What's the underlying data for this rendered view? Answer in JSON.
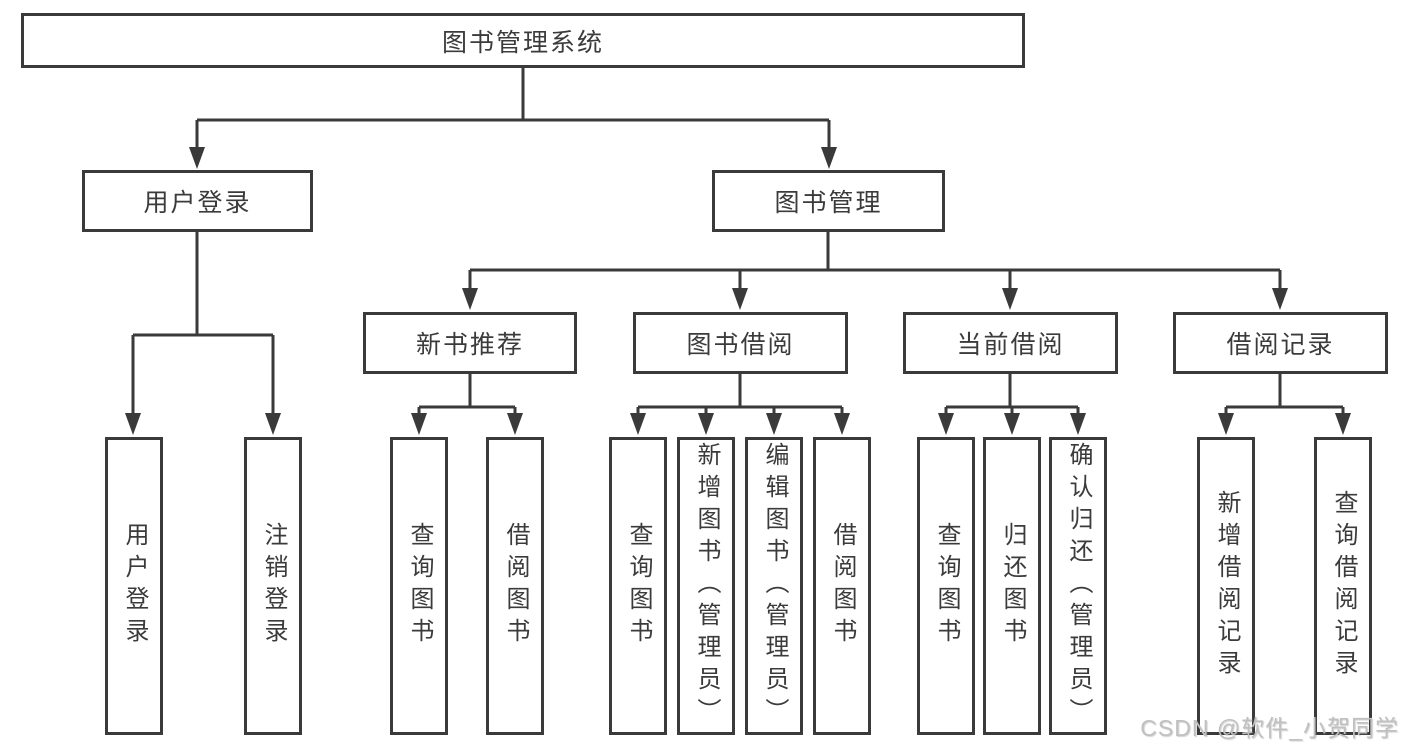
{
  "diagram": {
    "root": {
      "label": "图书管理系统"
    },
    "branches": [
      {
        "label": "用户登录",
        "children": [
          {
            "label": "用户登录"
          },
          {
            "label": "注销登录"
          }
        ]
      },
      {
        "label": "图书管理",
        "children": [
          {
            "label": "新书推荐",
            "children": [
              {
                "label": "查询图书"
              },
              {
                "label": "借阅图书"
              }
            ]
          },
          {
            "label": "图书借阅",
            "children": [
              {
                "label": "查询图书"
              },
              {
                "label": "新增图书（管理员）"
              },
              {
                "label": "编辑图书（管理员）"
              },
              {
                "label": "借阅图书"
              }
            ]
          },
          {
            "label": "当前借阅",
            "children": [
              {
                "label": "查询图书"
              },
              {
                "label": "归还图书"
              },
              {
                "label": "确认归还（管理员）"
              }
            ]
          },
          {
            "label": "借阅记录",
            "children": [
              {
                "label": "新增借阅记录"
              },
              {
                "label": "查询借阅记录"
              }
            ]
          }
        ]
      }
    ],
    "watermark": "CSDN @软件_小贺同学",
    "colors": {
      "line": "#3a3a3a",
      "text": "#3b3b3b",
      "watermark": "#c0c0c0",
      "background": "#ffffff"
    }
  }
}
